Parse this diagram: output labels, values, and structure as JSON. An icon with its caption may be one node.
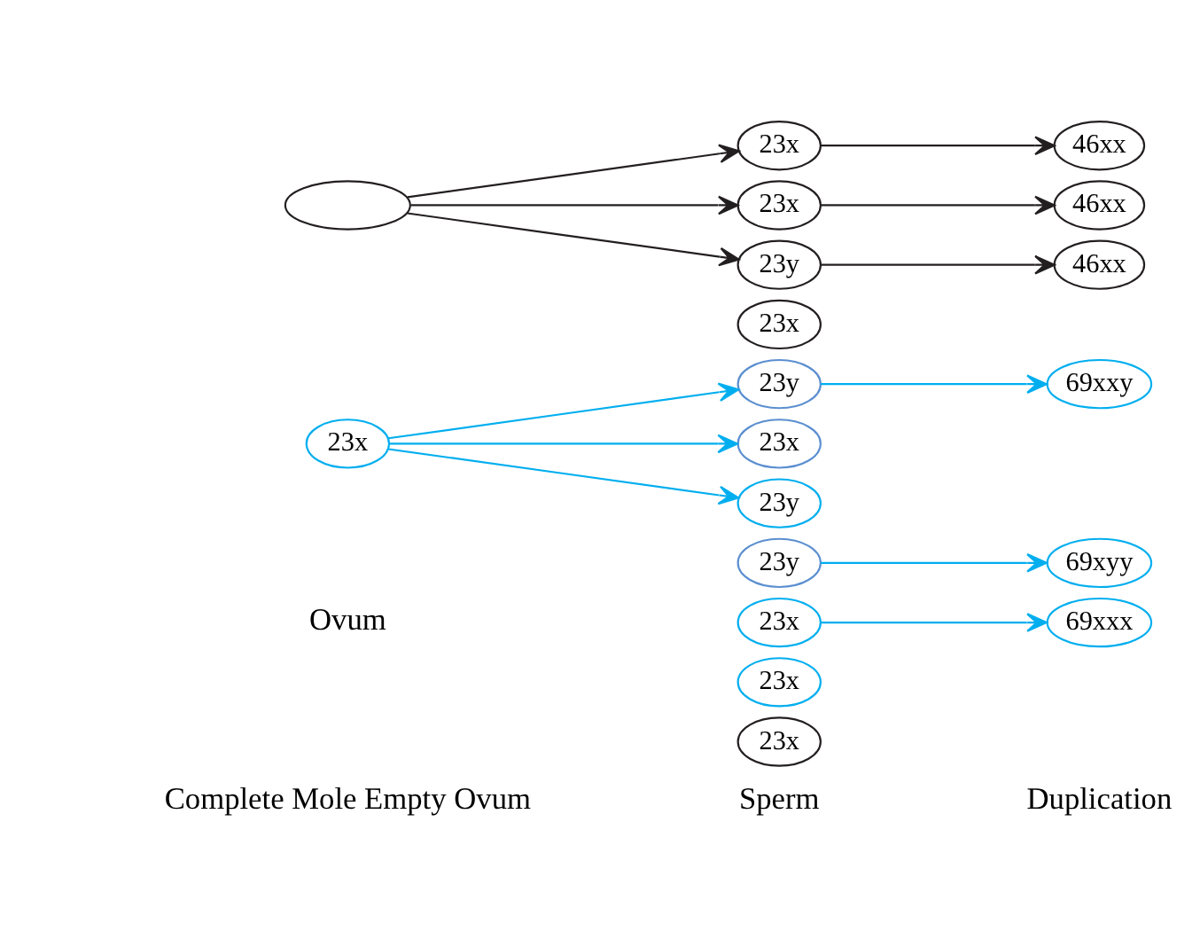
{
  "diagram": {
    "nodes": [
      {
        "text": [],
        "shape": "ellipse"
      },
      {
        "text": [
          "23x"
        ]
      },
      {
        "text": [
          "23x"
        ]
      },
      {
        "text": [
          "23x"
        ]
      },
      {
        "text": [
          "23x"
        ]
      },
      {
        "text": [
          "23y"
        ]
      },
      {
        "text": [
          "46xx"
        ]
      },
      {
        "text": [
          "46xx"
        ]
      },
      {
        "text": [
          "46xx"
        ]
      },
      {
        "text": [
          "23x"
        ]
      },
      {
        "text": [
          "23x"
        ]
      },
      {
        "text": [
          "23y"
        ]
      },
      {
        "text": [
          "69xxy"
        ]
      },
      {
        "text": [
          "23x"
        ]
      },
      {
        "text": [
          "23x"
        ]
      },
      {
        "text": [
          "69xxx"
        ]
      },
      {
        "text": [
          "23y"
        ]
      },
      {
        "text": [
          "23y"
        ]
      },
      {
        "text": [
          "69xyy"
        ]
      }
    ],
    "edges": [
      {
        "from": 0,
        "to": 1,
        "arrow": "to"
      },
      {
        "from": 0,
        "to": 3,
        "arrow": "to"
      },
      {
        "from": 0,
        "to": 5,
        "arrow": "to"
      },
      {
        "from": 1,
        "to": 6,
        "arrow": "to"
      },
      {
        "from": 3,
        "to": 7,
        "arrow": "to"
      },
      {
        "from": 5,
        "to": 8,
        "arrow": "to"
      },
      {
        "from": 9,
        "to": 11,
        "arrow": "to",
        "color": "#00aeef"
      },
      {
        "from": 9,
        "to": 14,
        "arrow": "to",
        "color": "#00aeef"
      },
      {
        "from": 9,
        "to": 16,
        "arrow": "to",
        "color": "#00aeef"
      },
      {
        "from": 11,
        "to": 12,
        "arrow": "to",
        "color": "#00aeef"
      },
      {
        "from": 13,
        "to": 15,
        "arrow": "to",
        "color": "#00aeef"
      },
      {
        "from": 17,
        "to": 18,
        "arrow": "to",
        "color": "#00aeef"
      }
    ],
    "labels": [
      "Complete Mole Empty Ovum",
      "Sperm",
      "Duplication",
      "Ovum"
    ]
  }
}
